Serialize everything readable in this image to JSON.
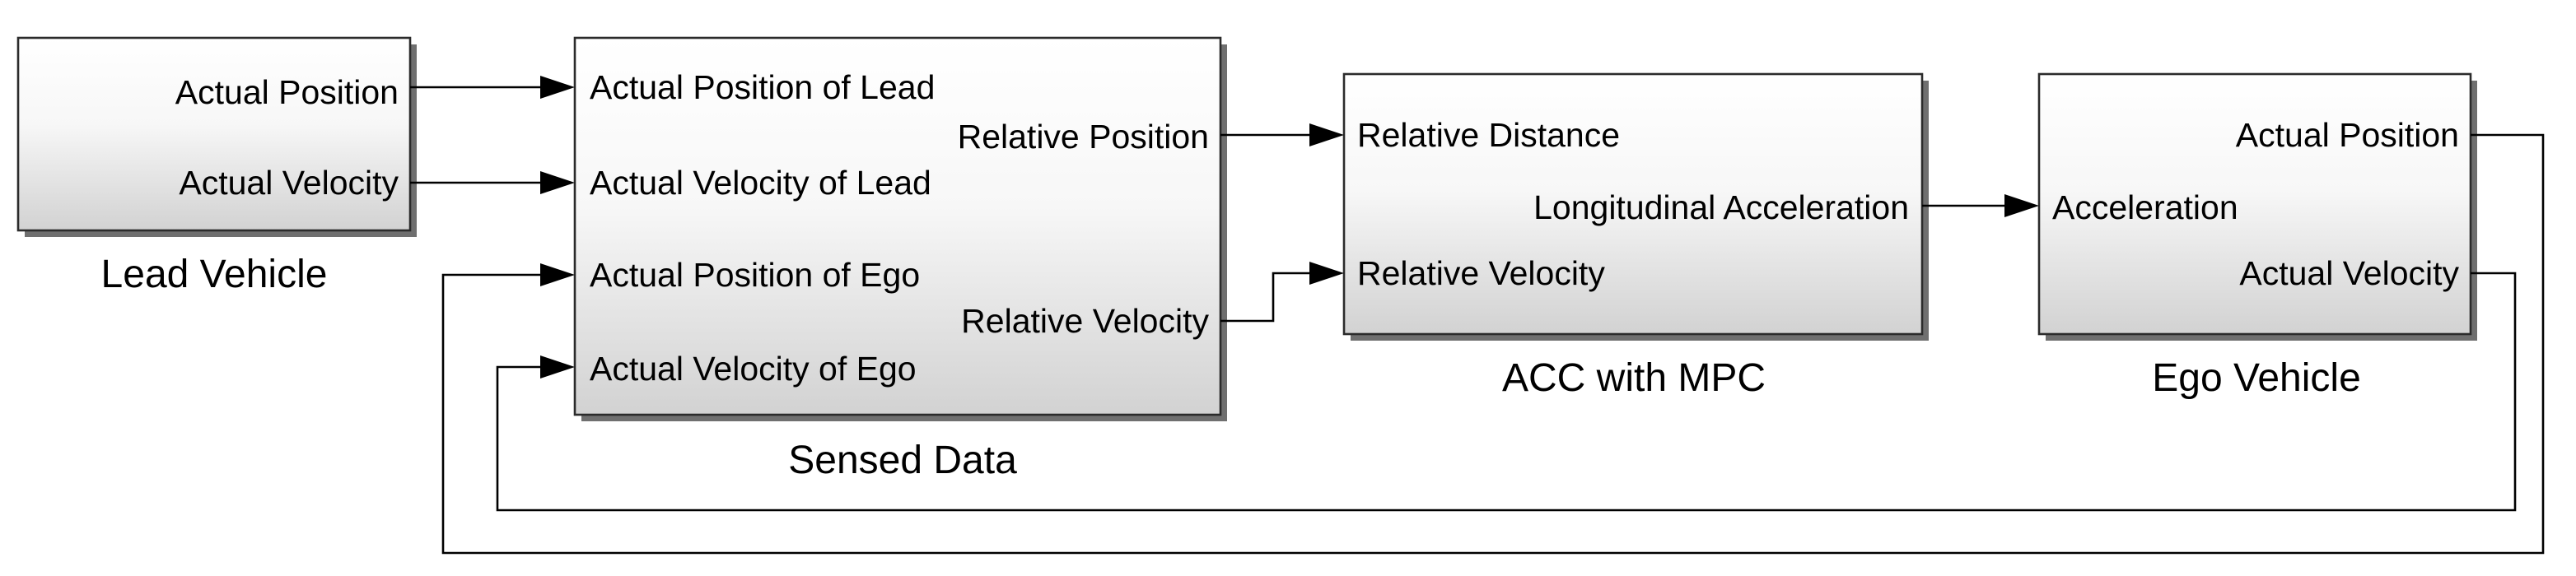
{
  "blocks": {
    "lead": {
      "name": "Lead Vehicle",
      "outputs": [
        "Actual Position",
        "Actual Velocity"
      ]
    },
    "sensed": {
      "name": "Sensed Data",
      "inputs": [
        "Actual Position of Lead",
        "Actual Velocity of Lead",
        "Actual Position of Ego",
        "Actual Velocity of Ego"
      ],
      "outputs": [
        "Relative Position",
        "Relative Velocity"
      ]
    },
    "acc": {
      "name": "ACC with MPC",
      "inputs": [
        "Relative Distance",
        "Relative Velocity"
      ],
      "outputs": [
        "Longitudinal Acceleration"
      ]
    },
    "ego": {
      "name": "Ego Vehicle",
      "inputs": [
        "Acceleration"
      ],
      "outputs": [
        "Actual Position",
        "Actual Velocity"
      ]
    }
  },
  "colors": {
    "block_gradient_top": "#ffffff",
    "block_gradient_bottom": "#d4d4d4",
    "border": "#2b2b2b",
    "line": "#000000"
  }
}
